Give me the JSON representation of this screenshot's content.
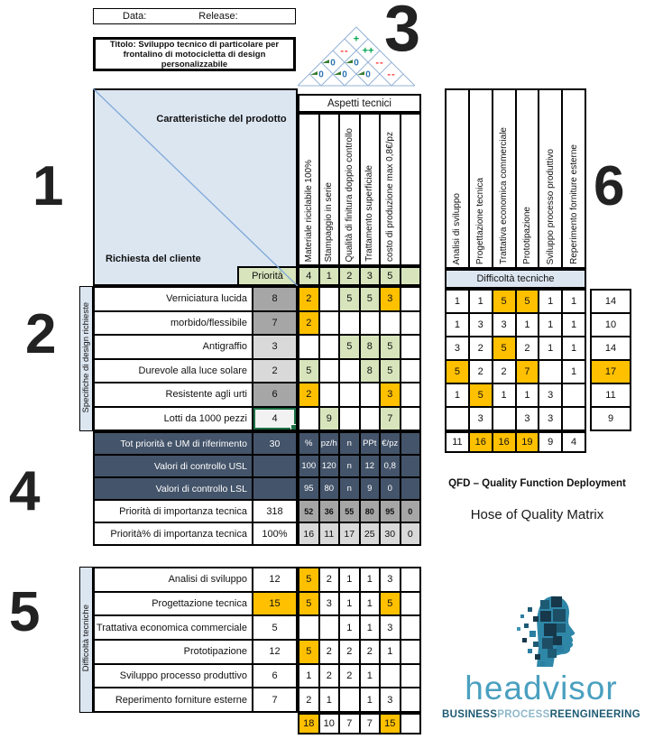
{
  "annotations": {
    "one": "1",
    "two": "2",
    "three": "3",
    "four": "4",
    "five": "5",
    "six": "6"
  },
  "header": {
    "data_label": "Data:",
    "release_label": "Release:",
    "title": "Titolo: Sviluppo tecnico di particolare per frontalino di motocicletta di design personalizzabile"
  },
  "roof": {
    "cells": [
      {
        "d": 4,
        "k": 0,
        "symbol": "+",
        "type": "plus"
      },
      {
        "d": 3,
        "k": 0,
        "symbol": "--",
        "type": "minus"
      },
      {
        "d": 3,
        "k": 1,
        "symbol": "++",
        "type": "plus"
      },
      {
        "d": 2,
        "k": 0,
        "symbol": "0",
        "type": "zero",
        "flag": true
      },
      {
        "d": 2,
        "k": 1,
        "symbol": "0",
        "type": "zero",
        "flag": true
      },
      {
        "d": 2,
        "k": 2,
        "symbol": "--",
        "type": "minus"
      },
      {
        "d": 1,
        "k": 0,
        "symbol": "0",
        "type": "zero",
        "flag": true
      },
      {
        "d": 1,
        "k": 1,
        "symbol": "0",
        "type": "zero",
        "flag": true
      },
      {
        "d": 1,
        "k": 2,
        "symbol": "0",
        "type": "zero",
        "flag": true
      },
      {
        "d": 1,
        "k": 3,
        "symbol": "--",
        "type": "minus"
      }
    ]
  },
  "house": {
    "aspetti_header": "Aspetti tecnici",
    "corner_top": "Caratteristiche del prodotto",
    "corner_bottom": "Richiesta del cliente",
    "priorita_label": "Priorità",
    "group_label": "Specifiche di design richieste",
    "tech_columns": [
      "Materiale riciclabile 100%",
      "Stampaggio in serie",
      "Qualità di finitura doppio controllo",
      "Trattamento superficiale",
      "costo di produzione max 0,8€/pz",
      ""
    ],
    "priorities": [
      [
        "4",
        "g"
      ],
      [
        "1",
        "g"
      ],
      [
        "2",
        "g"
      ],
      [
        "3",
        "g"
      ],
      [
        "5",
        "g"
      ],
      [
        "",
        "g"
      ]
    ],
    "rows": [
      {
        "label": "Verniciatura lucida",
        "priority": [
          "8",
          "dg"
        ],
        "cells": [
          [
            "2",
            "o"
          ],
          [
            "",
            ""
          ],
          [
            "5",
            "g"
          ],
          [
            "5",
            "g"
          ],
          [
            "3",
            "o"
          ],
          [
            "",
            ""
          ]
        ]
      },
      {
        "label": "morbido/flessibile",
        "priority": [
          "7",
          "dg"
        ],
        "cells": [
          [
            "2",
            "o"
          ],
          [
            "",
            ""
          ],
          [
            "",
            ""
          ],
          [
            "",
            ""
          ],
          [
            "",
            ""
          ],
          [
            "",
            ""
          ]
        ]
      },
      {
        "label": "Antigraffio",
        "priority": [
          "3",
          "lg"
        ],
        "cells": [
          [
            "",
            ""
          ],
          [
            "",
            ""
          ],
          [
            "5",
            "g"
          ],
          [
            "8",
            "g"
          ],
          [
            "5",
            "g"
          ],
          [
            "",
            ""
          ]
        ]
      },
      {
        "label": "Durevole alla luce solare",
        "priority": [
          "2",
          "lg"
        ],
        "cells": [
          [
            "5",
            "g"
          ],
          [
            "",
            ""
          ],
          [
            "",
            ""
          ],
          [
            "8",
            "g"
          ],
          [
            "5",
            "g"
          ],
          [
            "",
            ""
          ]
        ]
      },
      {
        "label": "Resistente agli urti",
        "priority": [
          "6",
          "dg"
        ],
        "cells": [
          [
            "2",
            "o"
          ],
          [
            "",
            ""
          ],
          [
            "",
            ""
          ],
          [
            "",
            ""
          ],
          [
            "3",
            "o"
          ],
          [
            "",
            ""
          ]
        ]
      },
      {
        "label": "Lotti da 1000 pezzi",
        "priority": [
          "4",
          "sel"
        ],
        "cells": [
          [
            "",
            ""
          ],
          [
            "9",
            "g"
          ],
          [
            "",
            ""
          ],
          [
            "",
            ""
          ],
          [
            "7",
            "g"
          ],
          [
            "",
            ""
          ]
        ]
      }
    ]
  },
  "stats": {
    "rows": [
      {
        "label": "Tot priorità e UM di riferimento",
        "value": "30",
        "style": "navy",
        "cells": [
          "%",
          "pz/h",
          "n",
          "PPt",
          "€/pz",
          ""
        ]
      },
      {
        "label": "Valori di controllo USL",
        "value": "",
        "style": "navy",
        "cells": [
          "100",
          "120",
          "n",
          "12",
          "0,8",
          ""
        ]
      },
      {
        "label": "Valori di controllo LSL",
        "value": "",
        "style": "navy",
        "cells": [
          "95",
          "80",
          "n",
          "9",
          "0",
          ""
        ]
      },
      {
        "label": "Priorità di importanza tecnica",
        "value": "318",
        "style": "dark",
        "cells": [
          "52",
          "36",
          "55",
          "80",
          "95",
          "0"
        ]
      },
      {
        "label": "Priorità% di importanza tecnica",
        "value": "100%",
        "style": "light",
        "cells": [
          "16",
          "11",
          "17",
          "25",
          "30",
          "0"
        ]
      }
    ]
  },
  "right": {
    "group_header": "Difficoltà tecniche",
    "columns": [
      "Analisi di sviluppo",
      "Progettazione tecnica",
      "Trattativa economica commerciale",
      "Prototipazione",
      "Sviluppo processo produttivo",
      "Reperimento forniture esterne"
    ],
    "rows": [
      {
        "cells": [
          [
            "1",
            ""
          ],
          [
            "1",
            ""
          ],
          [
            "5",
            "o"
          ],
          [
            "5",
            "o"
          ],
          [
            "1",
            ""
          ],
          [
            "1",
            ""
          ]
        ],
        "sum": [
          "14",
          ""
        ]
      },
      {
        "cells": [
          [
            "1",
            ""
          ],
          [
            "3",
            ""
          ],
          [
            "3",
            ""
          ],
          [
            "1",
            ""
          ],
          [
            "1",
            ""
          ],
          [
            "1",
            ""
          ]
        ],
        "sum": [
          "10",
          ""
        ]
      },
      {
        "cells": [
          [
            "3",
            ""
          ],
          [
            "2",
            ""
          ],
          [
            "5",
            "o"
          ],
          [
            "2",
            ""
          ],
          [
            "1",
            ""
          ],
          [
            "1",
            ""
          ]
        ],
        "sum": [
          "14",
          ""
        ]
      },
      {
        "cells": [
          [
            "5",
            "o"
          ],
          [
            "2",
            ""
          ],
          [
            "2",
            ""
          ],
          [
            "7",
            "o"
          ],
          [
            "",
            ""
          ],
          [
            "1",
            ""
          ]
        ],
        "sum": [
          "17",
          "o"
        ]
      },
      {
        "cells": [
          [
            "1",
            ""
          ],
          [
            "5",
            "o"
          ],
          [
            "1",
            ""
          ],
          [
            "1",
            ""
          ],
          [
            "3",
            ""
          ],
          [
            "",
            ""
          ]
        ],
        "sum": [
          "11",
          ""
        ]
      },
      {
        "cells": [
          [
            "",
            ""
          ],
          [
            "3",
            ""
          ],
          [
            "",
            ""
          ],
          [
            "3",
            ""
          ],
          [
            "3",
            ""
          ],
          [
            "",
            ""
          ]
        ],
        "sum": [
          "9",
          ""
        ]
      }
    ],
    "totals": [
      [
        "11",
        ""
      ],
      [
        "16",
        "o"
      ],
      [
        "16",
        "o"
      ],
      [
        "19",
        "o"
      ],
      [
        "9",
        ""
      ],
      [
        "4",
        ""
      ]
    ]
  },
  "bottom": {
    "group_label": "Difficoltà tecniche",
    "rows": [
      {
        "label": "Analisi di sviluppo",
        "value": [
          "12",
          ""
        ],
        "cells": [
          [
            "5",
            "o"
          ],
          [
            "2",
            ""
          ],
          [
            "1",
            ""
          ],
          [
            "1",
            ""
          ],
          [
            "3",
            ""
          ],
          [
            "",
            ""
          ]
        ]
      },
      {
        "label": "Progettazione tecnica",
        "value": [
          "15",
          "o"
        ],
        "cells": [
          [
            "5",
            "o"
          ],
          [
            "3",
            ""
          ],
          [
            "1",
            ""
          ],
          [
            "1",
            ""
          ],
          [
            "5",
            "o"
          ],
          [
            "",
            ""
          ]
        ]
      },
      {
        "label": "Trattativa economica commerciale",
        "value": [
          "5",
          ""
        ],
        "cells": [
          [
            "",
            ""
          ],
          [
            "",
            ""
          ],
          [
            "1",
            ""
          ],
          [
            "1",
            ""
          ],
          [
            "3",
            ""
          ],
          [
            "",
            ""
          ]
        ]
      },
      {
        "label": "Prototipazione",
        "value": [
          "12",
          ""
        ],
        "cells": [
          [
            "5",
            "o"
          ],
          [
            "2",
            ""
          ],
          [
            "2",
            ""
          ],
          [
            "2",
            ""
          ],
          [
            "1",
            ""
          ],
          [
            "",
            ""
          ]
        ]
      },
      {
        "label": "Sviluppo processo produttivo",
        "value": [
          "6",
          ""
        ],
        "cells": [
          [
            "1",
            ""
          ],
          [
            "2",
            ""
          ],
          [
            "2",
            ""
          ],
          [
            "1",
            ""
          ],
          [
            "",
            ""
          ],
          [
            "",
            ""
          ]
        ]
      },
      {
        "label": "Reperimento forniture esterne",
        "value": [
          "7",
          ""
        ],
        "cells": [
          [
            "2",
            ""
          ],
          [
            "1",
            ""
          ],
          [
            "",
            ""
          ],
          [
            "1",
            ""
          ],
          [
            "3",
            ""
          ],
          [
            "",
            ""
          ]
        ]
      }
    ],
    "totals": [
      [
        "18",
        "o"
      ],
      [
        "10",
        ""
      ],
      [
        "7",
        ""
      ],
      [
        "7",
        ""
      ],
      [
        "15",
        "o"
      ],
      [
        "",
        ""
      ]
    ]
  },
  "caption": {
    "line1": "QFD – Quality Function Deployment",
    "line2": "Hose of Quality Matrix"
  },
  "logo": {
    "brand": "headvisor",
    "tag1": "BUSINESS",
    "tag2": "PROCESS",
    "tag3": "REENGINEERING"
  },
  "colors": {
    "orange": "#ffc000",
    "green_cell": "#d7e4bc",
    "navy": "#44546a",
    "panel_blue": "#dce6f1",
    "dark_gray": "#a6a6a6",
    "light_gray": "#d9d9d9",
    "roof_line": "#95b3d7",
    "plus_green": "#00a650",
    "minus_red": "#ff3333",
    "zero_blue": "#2e74b5",
    "brand_blue": "#4aa0c0",
    "brand_dark": "#1d5a74",
    "brand_light": "#8fb8cb"
  }
}
